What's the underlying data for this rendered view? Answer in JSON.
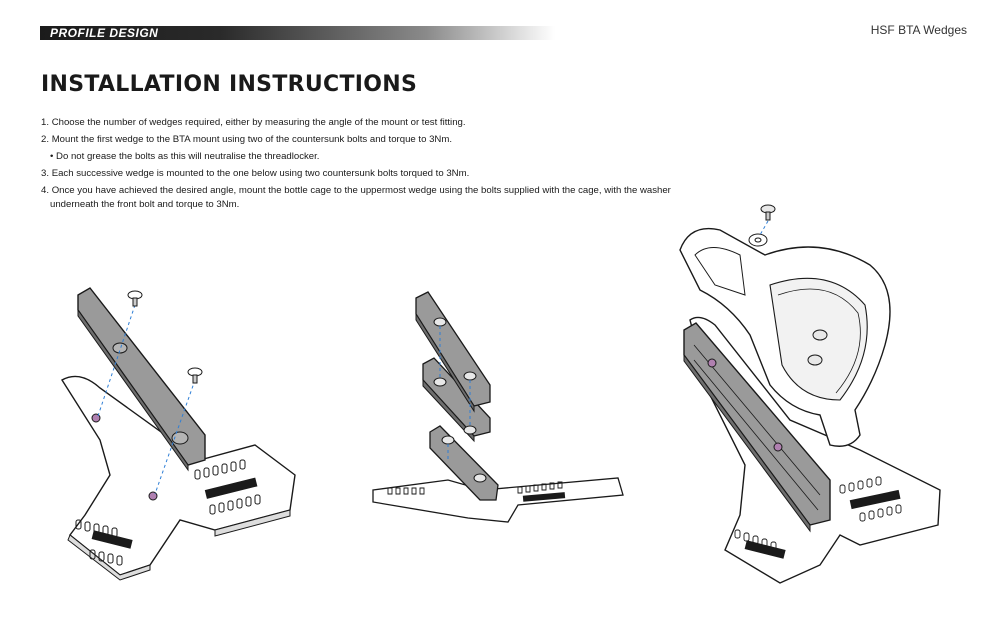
{
  "header": {
    "brand": "PROFILE DESIGN",
    "doc_title": "HSF BTA Wedges"
  },
  "page_title": "INSTALLATION INSTRUCTIONS",
  "steps": [
    {
      "num": "1.",
      "text": "Choose the number of wedges required, either by measuring the angle of the mount or test fitting."
    },
    {
      "num": "2.",
      "text": "Mount the first wedge to the BTA mount using two of the countersunk bolts and torque to 3Nm."
    },
    {
      "bullet": "•",
      "text": "Do not grease the bolts as this will neutralise the threadlocker."
    },
    {
      "num": "3.",
      "text": "Each successive wedge is mounted to the one below using two countersunk bolts torqued to 3Nm."
    },
    {
      "num": "4.",
      "text": "Once you have achieved the desired angle, mount the bottle cage to the uppermost wedge using the bolts supplied with the cage, with the washer",
      "text2": "underneath the front bolt and torque to 3Nm."
    }
  ],
  "colors": {
    "line": "#1a1a1a",
    "plate_fill": "#ffffff",
    "wedge_fill": "#9a9a9a",
    "wedge_dark": "#6e6e6e",
    "dashed_guide": "#2f7fd6"
  },
  "figure_brand_marks": [
    "PROFILE DESIGN"
  ]
}
